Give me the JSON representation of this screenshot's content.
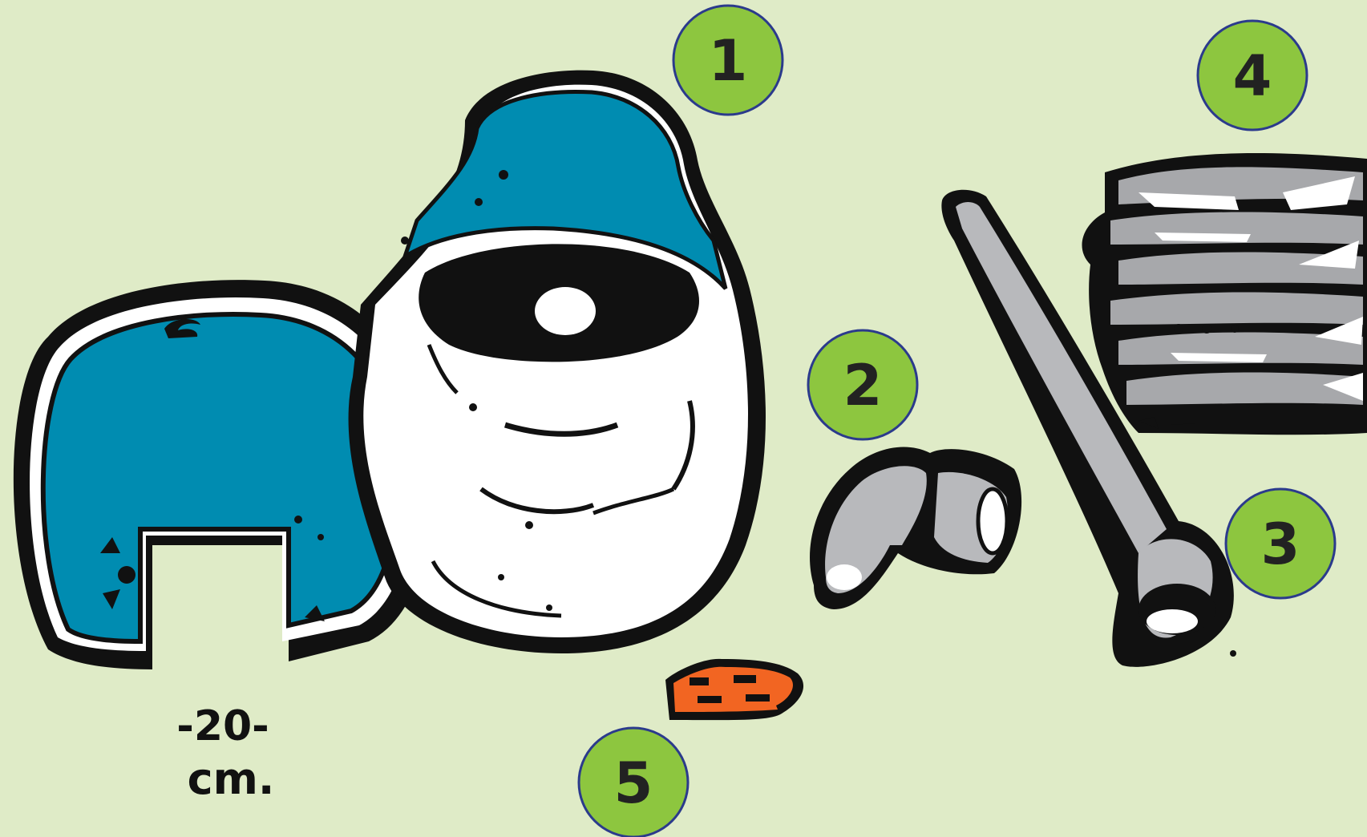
{
  "colors": {
    "background": "#dfebc7",
    "marker_fill": "#8dc63f",
    "marker_stroke": "#2b3a8c",
    "tank_blue": "#008cb1",
    "pipe_grey": "#b8b9bc",
    "gravel_grey": "#a7a8ab",
    "brick_orange": "#f26522",
    "outline": "#111111"
  },
  "dimension_label": {
    "line1": "-20-",
    "line2": "cm."
  },
  "markers": [
    {
      "number": "1",
      "refers_to": "tank-lid"
    },
    {
      "number": "2",
      "refers_to": "pipe-elbow"
    },
    {
      "number": "3",
      "refers_to": "pipe-tube"
    },
    {
      "number": "4",
      "refers_to": "stacked-stones"
    },
    {
      "number": "5",
      "refers_to": "brick-piece"
    }
  ],
  "items": [
    {
      "name": "tank-lid",
      "icon": "lid-icon"
    },
    {
      "name": "tank-body",
      "icon": "tank-icon"
    },
    {
      "name": "pipe-elbow",
      "icon": "elbow-pipe-icon"
    },
    {
      "name": "pipe-tube",
      "icon": "pipe-icon"
    },
    {
      "name": "stacked-stones",
      "icon": "stones-icon"
    },
    {
      "name": "brick-piece",
      "icon": "brick-icon"
    }
  ]
}
